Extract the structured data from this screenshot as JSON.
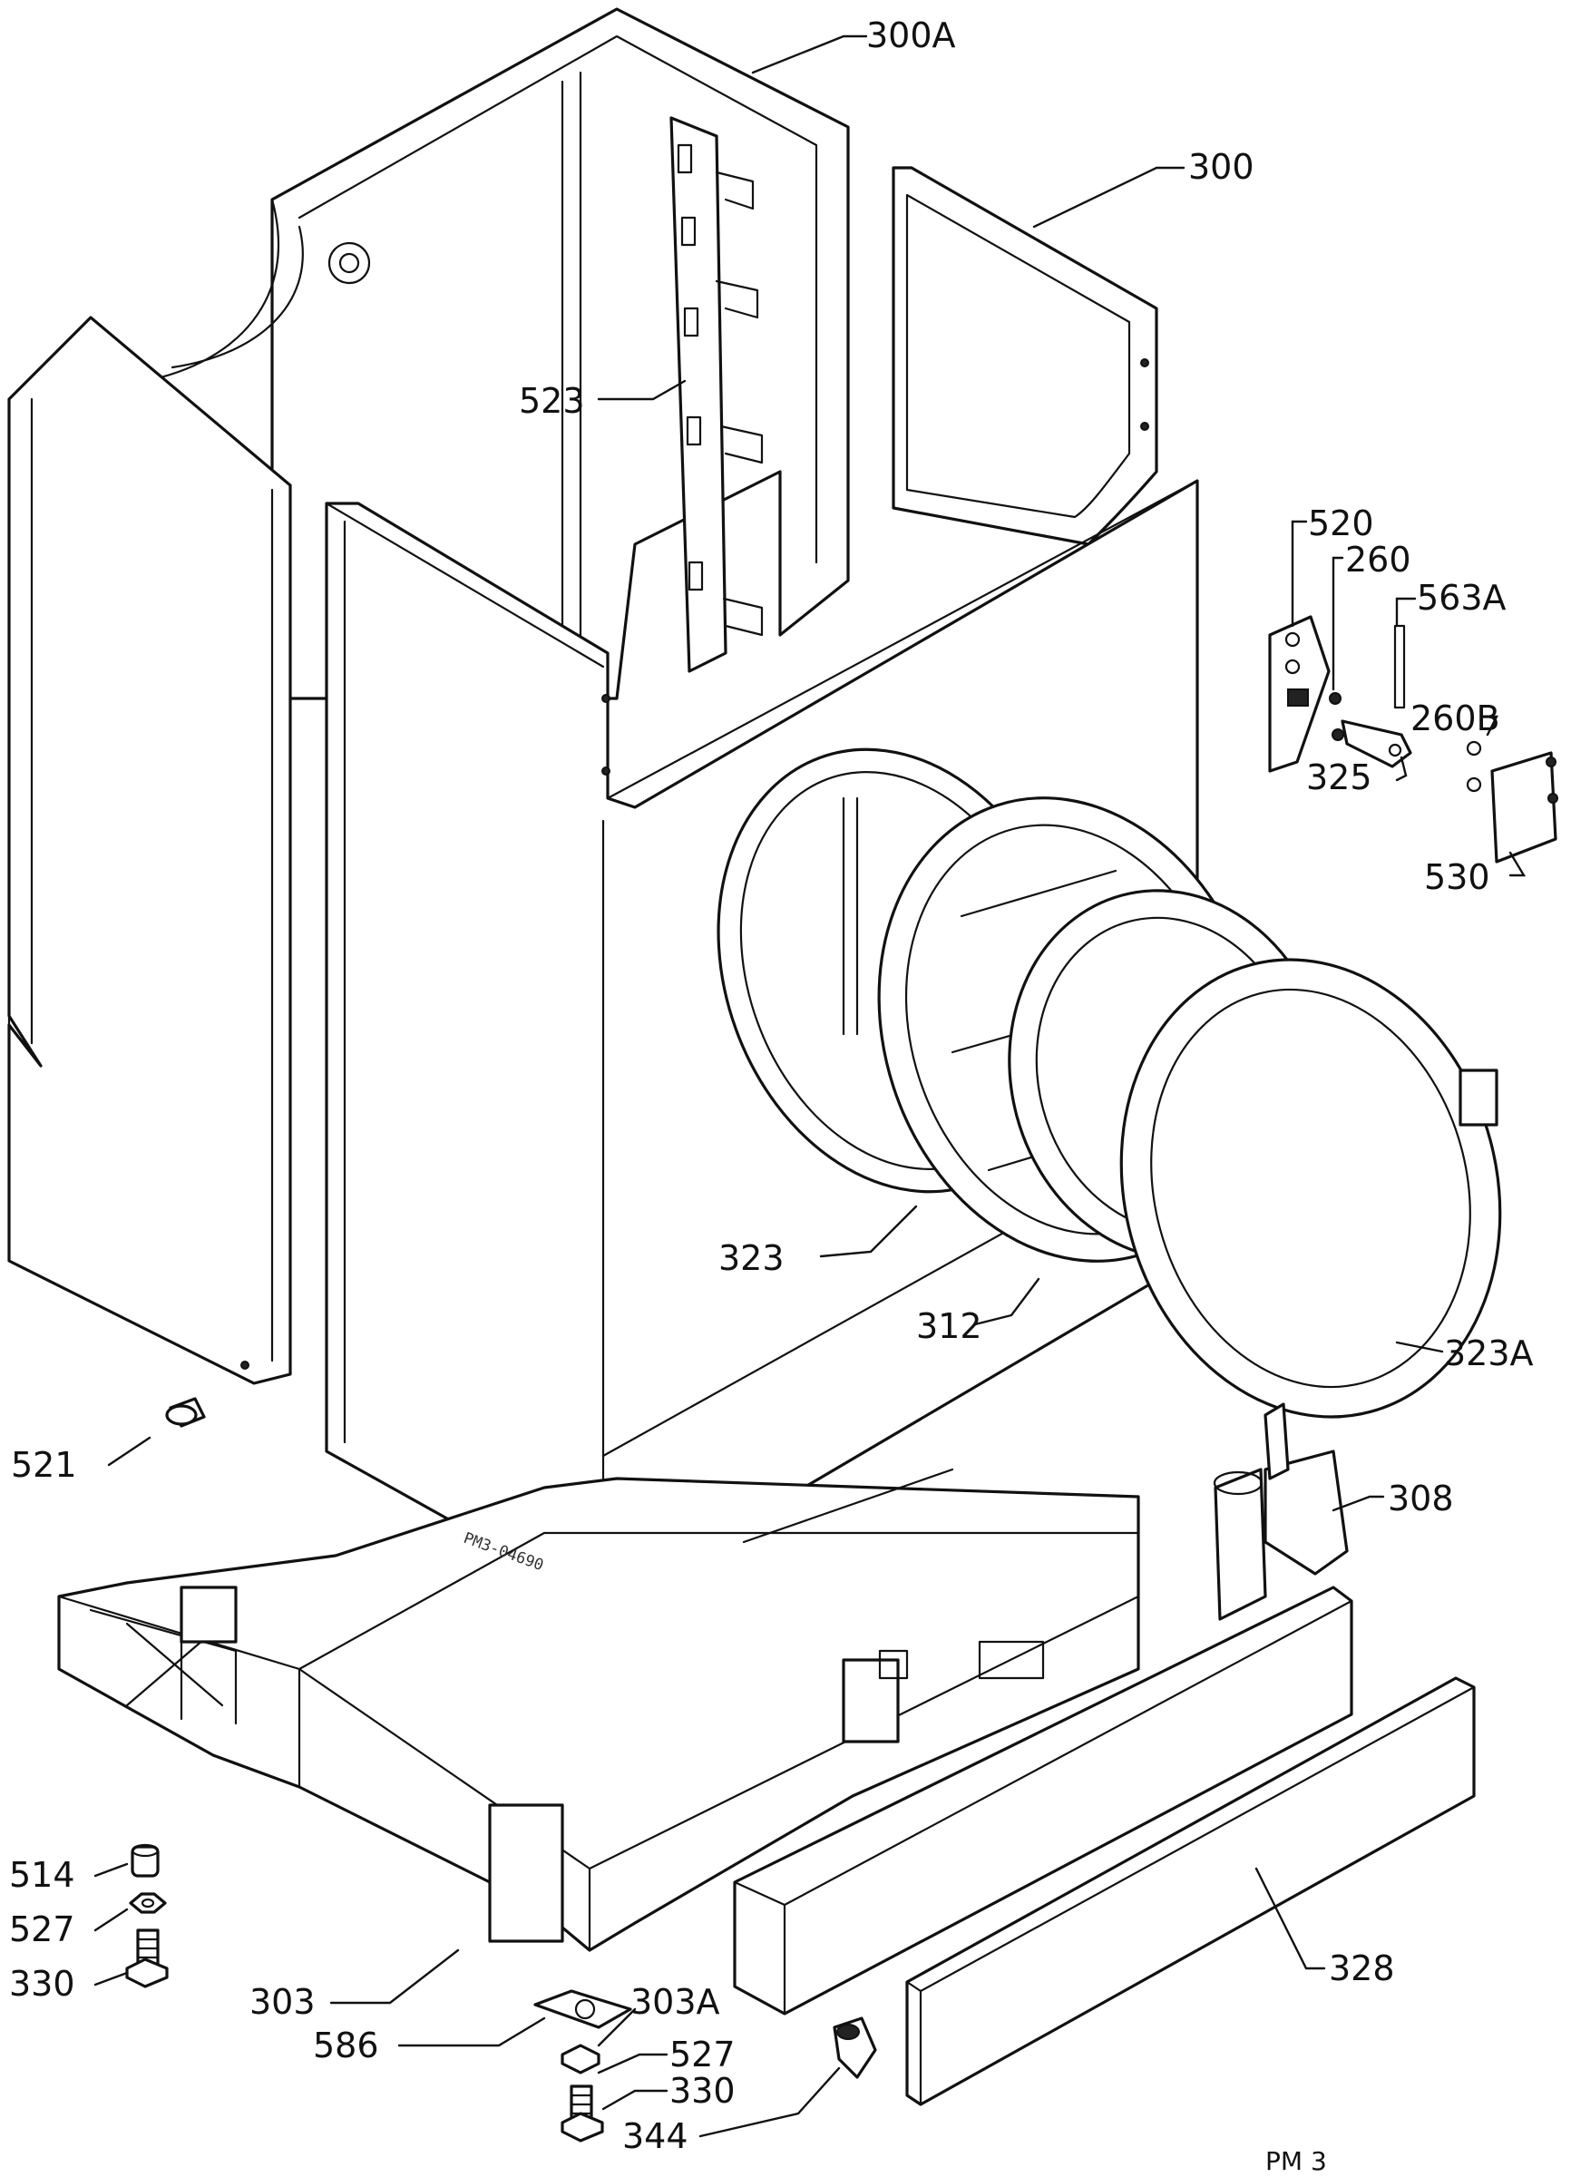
{
  "labels": {
    "p300A": "300A",
    "p300": "300",
    "p523": "523",
    "p520": "520",
    "p260": "260",
    "p563A": "563A",
    "p260B": "260B",
    "p325": "325",
    "p530": "530",
    "p323": "323",
    "p312": "312",
    "p323A": "323A",
    "p521": "521",
    "p308": "308",
    "p514": "514",
    "p527a": "527",
    "p330a": "330",
    "p303": "303",
    "p303A": "303A",
    "p586": "586",
    "p527b": "527",
    "p330b": "330",
    "p344": "344",
    "p328": "328",
    "drawing_code": "PM3-04690",
    "page_code": "PM 3"
  }
}
